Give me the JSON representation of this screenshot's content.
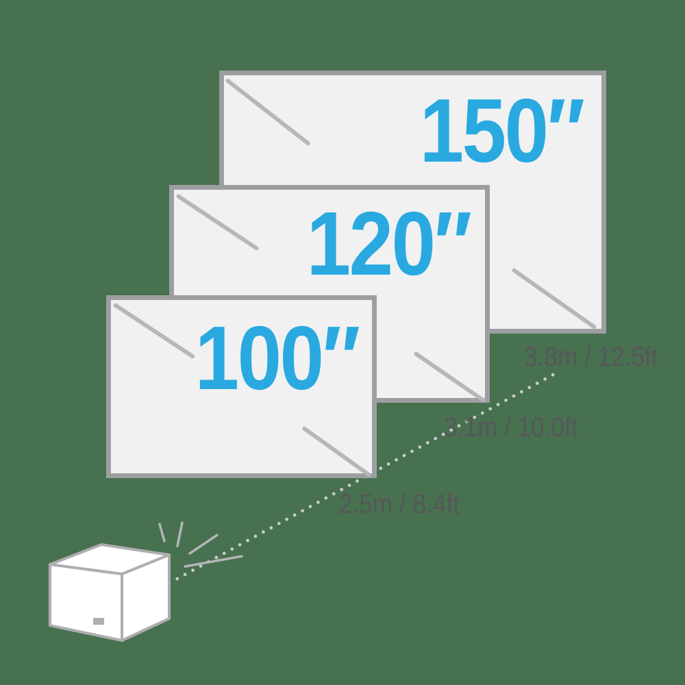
{
  "diagram": {
    "colors": {
      "background": "#48714F",
      "screen_fill": "#F1F1F2",
      "screen_border": "#9C9EA0",
      "glare_line": "#B5B7B9",
      "size_text_blue": "#29A9E0",
      "distance_text": "#56575B",
      "dotted_line": "#CCCECF",
      "projector_fill": "#FFFFFF",
      "projector_stroke": "#ADAEB0"
    },
    "screens": [
      {
        "id": "150",
        "size_label": "150″",
        "distance_label": "3.8m / 12.5ft"
      },
      {
        "id": "120",
        "size_label": "120″",
        "distance_label": "3.1m / 10.0ft"
      },
      {
        "id": "100",
        "size_label": "100″",
        "distance_label": "2.5m / 8.4ft"
      }
    ]
  }
}
